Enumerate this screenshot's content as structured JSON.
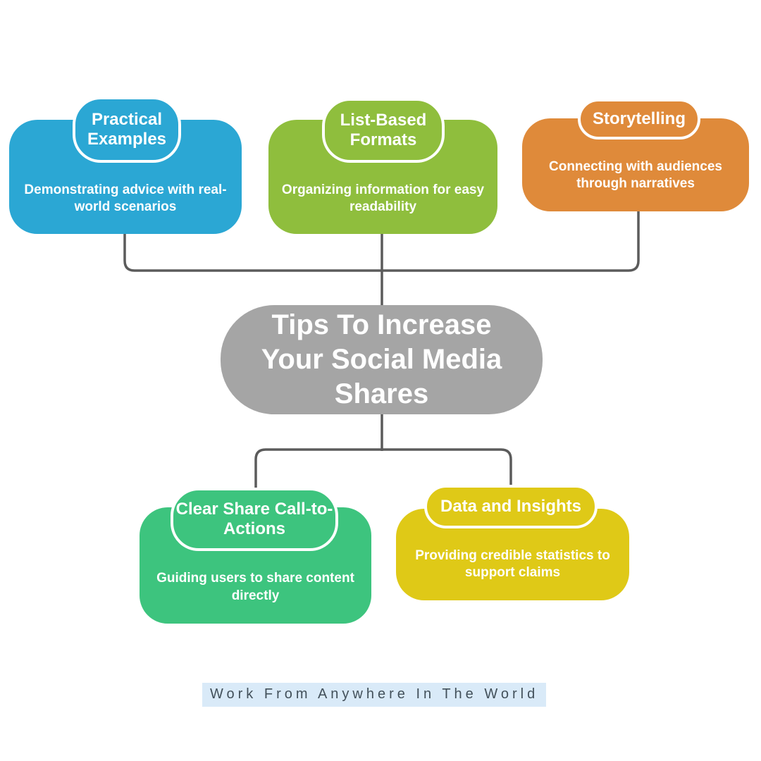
{
  "diagram": {
    "center": {
      "title": "Tips To Increase Your Social Media Shares",
      "color": "#A5A5A5",
      "text_color": "#FFFFFF"
    },
    "nodes": [
      {
        "title": "Practical Examples",
        "description": "Demonstrating advice with real-world scenarios",
        "color": "#2BA7D4"
      },
      {
        "title": "List-Based Formats",
        "description": "Organizing information for easy readability",
        "color": "#8FBE3D"
      },
      {
        "title": "Storytelling",
        "description": "Connecting with audiences through narratives",
        "color": "#DF8A3A"
      },
      {
        "title": "Clear Share Call-to-Actions",
        "description": "Guiding users to share content directly",
        "color": "#3DC47E"
      },
      {
        "title": "Data and Insights",
        "description": "Providing credible statistics to support claims",
        "color": "#DFC917"
      }
    ],
    "connector_color": "#5B5B5B"
  },
  "footer": {
    "text": "Work From Anywhere In The World",
    "highlight_color": "#D9EAF8",
    "text_color": "#42505A"
  }
}
